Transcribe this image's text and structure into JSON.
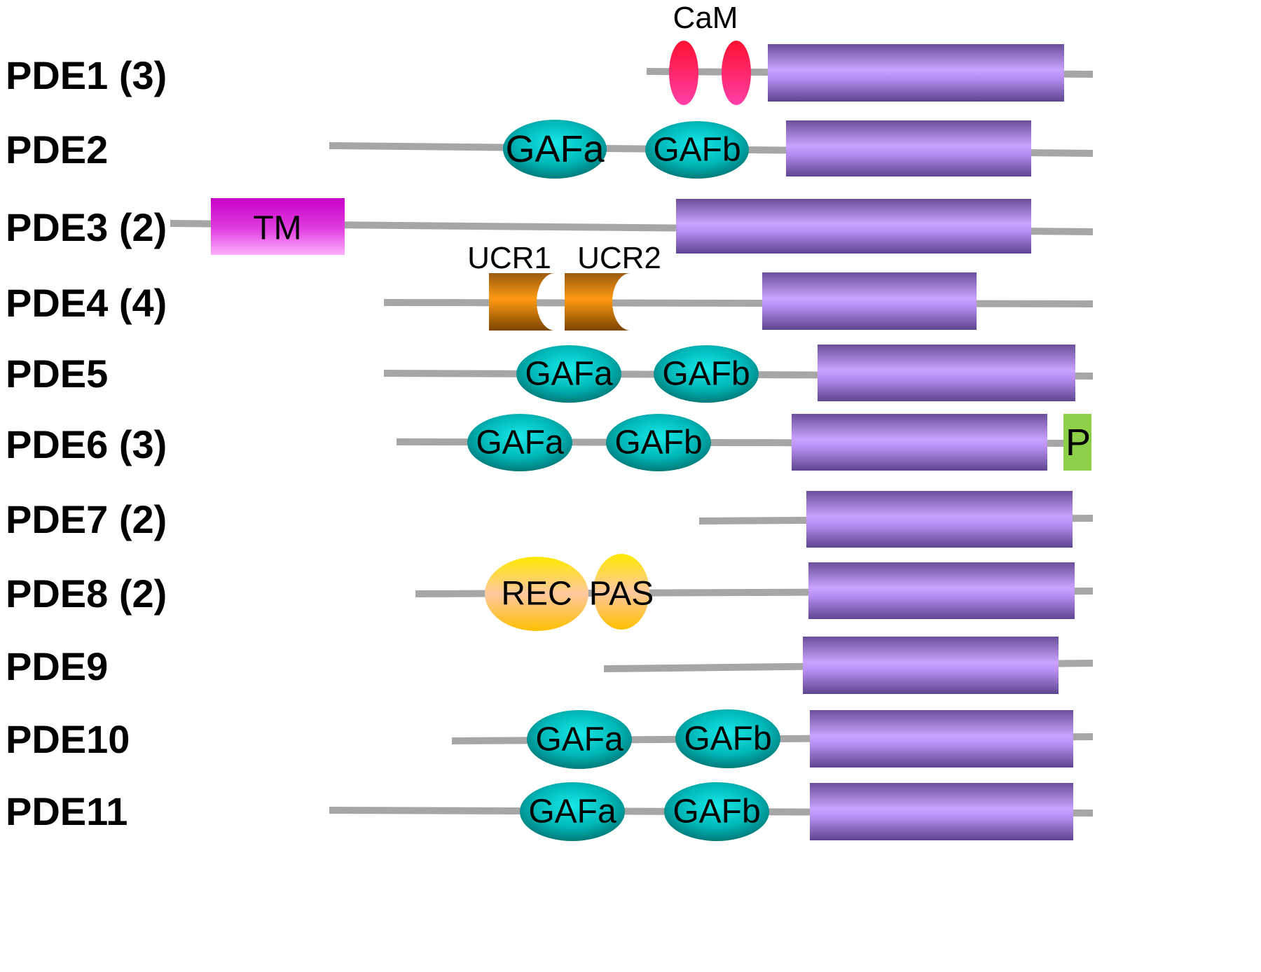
{
  "colors": {
    "backbone": "#a6a6a6",
    "catalytic": "#b58df0",
    "gaf": "#00b3b3",
    "cam": "#ff1a66",
    "tm": "#e020e0",
    "ucr": "#f09000",
    "rec_pas": "#ffd21a",
    "p_box": "#8ed04a"
  },
  "families": [
    {
      "label": "PDE1 (3)"
    },
    {
      "label": "PDE2"
    },
    {
      "label": "PDE3 (2)"
    },
    {
      "label": "PDE4 (4)"
    },
    {
      "label": "PDE5"
    },
    {
      "label": "PDE6 (3)"
    },
    {
      "label": "PDE7 (2)"
    },
    {
      "label": "PDE8 (2)"
    },
    {
      "label": "PDE9"
    },
    {
      "label": "PDE10"
    },
    {
      "label": "PDE11"
    }
  ],
  "domain_labels": {
    "cam": "CaM",
    "gafa": "GAFa",
    "gafb": "GAFb",
    "tm": "TM",
    "ucr1": "UCR1",
    "ucr2": "UCR2",
    "rec": "REC",
    "pas": "PAS",
    "p": "P"
  }
}
